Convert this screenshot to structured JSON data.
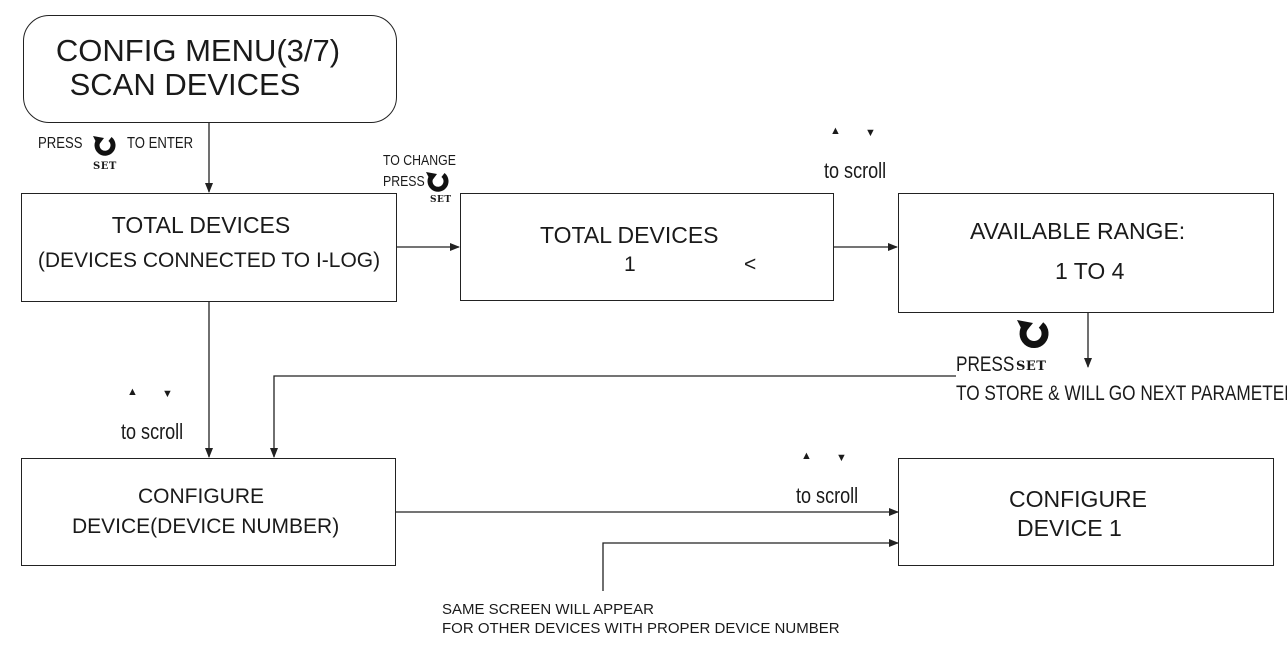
{
  "start_box": {
    "line1": "CONFIG MENU(3/7)",
    "line2": "SCAN DEVICES"
  },
  "enter_hint": {
    "press": "PRESS",
    "to_enter": "TO ENTER",
    "set": "SET"
  },
  "total_devices_box": {
    "title": "TOTAL DEVICES",
    "subtitle": "(DEVICES CONNECTED TO I-LOG)"
  },
  "change_hint": {
    "line1": "TO CHANGE",
    "press": "PRESS",
    "set": "SET"
  },
  "total_devices_edit": {
    "title": "TOTAL DEVICES",
    "value": "1",
    "cursor": "<"
  },
  "scroll_hint_top": {
    "up": "▲",
    "down": "▼",
    "label": "to scroll"
  },
  "range_box": {
    "title": "AVAILABLE RANGE:",
    "range": "1 TO 4"
  },
  "store_hint": {
    "press": "PRESS",
    "set": "SET",
    "line2": "TO STORE & WILL GO NEXT PARAMETER"
  },
  "scroll_hint_left": {
    "up": "▲",
    "down": "▼",
    "label": "to scroll"
  },
  "configure_box": {
    "line1": "CONFIGURE",
    "line2": "DEVICE(DEVICE NUMBER)"
  },
  "scroll_hint_bottom": {
    "up": "▲",
    "down": "▼",
    "label": "to scroll"
  },
  "configure_device_box": {
    "line1": "CONFIGURE",
    "line2": "DEVICE 1"
  },
  "footnote": {
    "line1": "SAME SCREEN WILL APPEAR",
    "line2": "FOR OTHER DEVICES WITH  PROPER DEVICE NUMBER"
  },
  "icons": {
    "set_button": "circular-arrow-icon",
    "scroll_up": "up-triangle-icon",
    "scroll_down": "down-triangle-icon"
  }
}
